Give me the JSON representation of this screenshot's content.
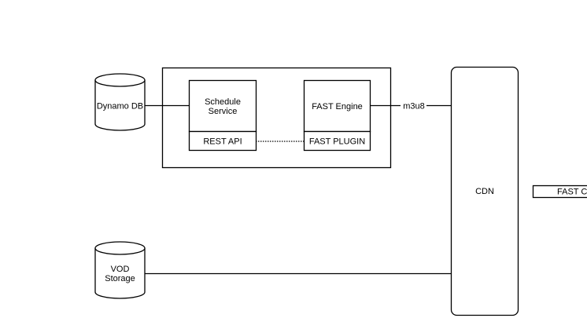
{
  "diagram": {
    "nodes": {
      "dynamo_db": {
        "label": "Dynamo DB",
        "shape": "cylinder"
      },
      "vod_storage": {
        "label_line1": "VOD",
        "label_line2": "Storage",
        "shape": "cylinder"
      },
      "schedule_service": {
        "label_line1": "Schedule",
        "label_line2": "Service",
        "shape": "rectangle"
      },
      "rest_api": {
        "label": "REST API",
        "shape": "rectangle"
      },
      "fast_engine": {
        "label": "FAST Engine",
        "shape": "rectangle"
      },
      "fast_plugin": {
        "label": "FAST PLUGIN",
        "shape": "rectangle"
      },
      "cdn": {
        "label": "CDN",
        "shape": "rounded-rectangle"
      },
      "fast_client": {
        "label": "FAST Cl",
        "shape": "rectangle"
      },
      "container": {
        "label": "",
        "shape": "rectangle"
      }
    },
    "edges": [
      {
        "from": "dynamo_db",
        "to": "schedule_service",
        "style": "solid",
        "label": ""
      },
      {
        "from": "rest_api",
        "to": "fast_plugin",
        "style": "dotted",
        "label": ""
      },
      {
        "from": "fast_engine",
        "to": "cdn",
        "style": "solid",
        "label": "m3u8"
      },
      {
        "from": "vod_storage",
        "to": "cdn",
        "style": "solid",
        "label": ""
      }
    ]
  }
}
